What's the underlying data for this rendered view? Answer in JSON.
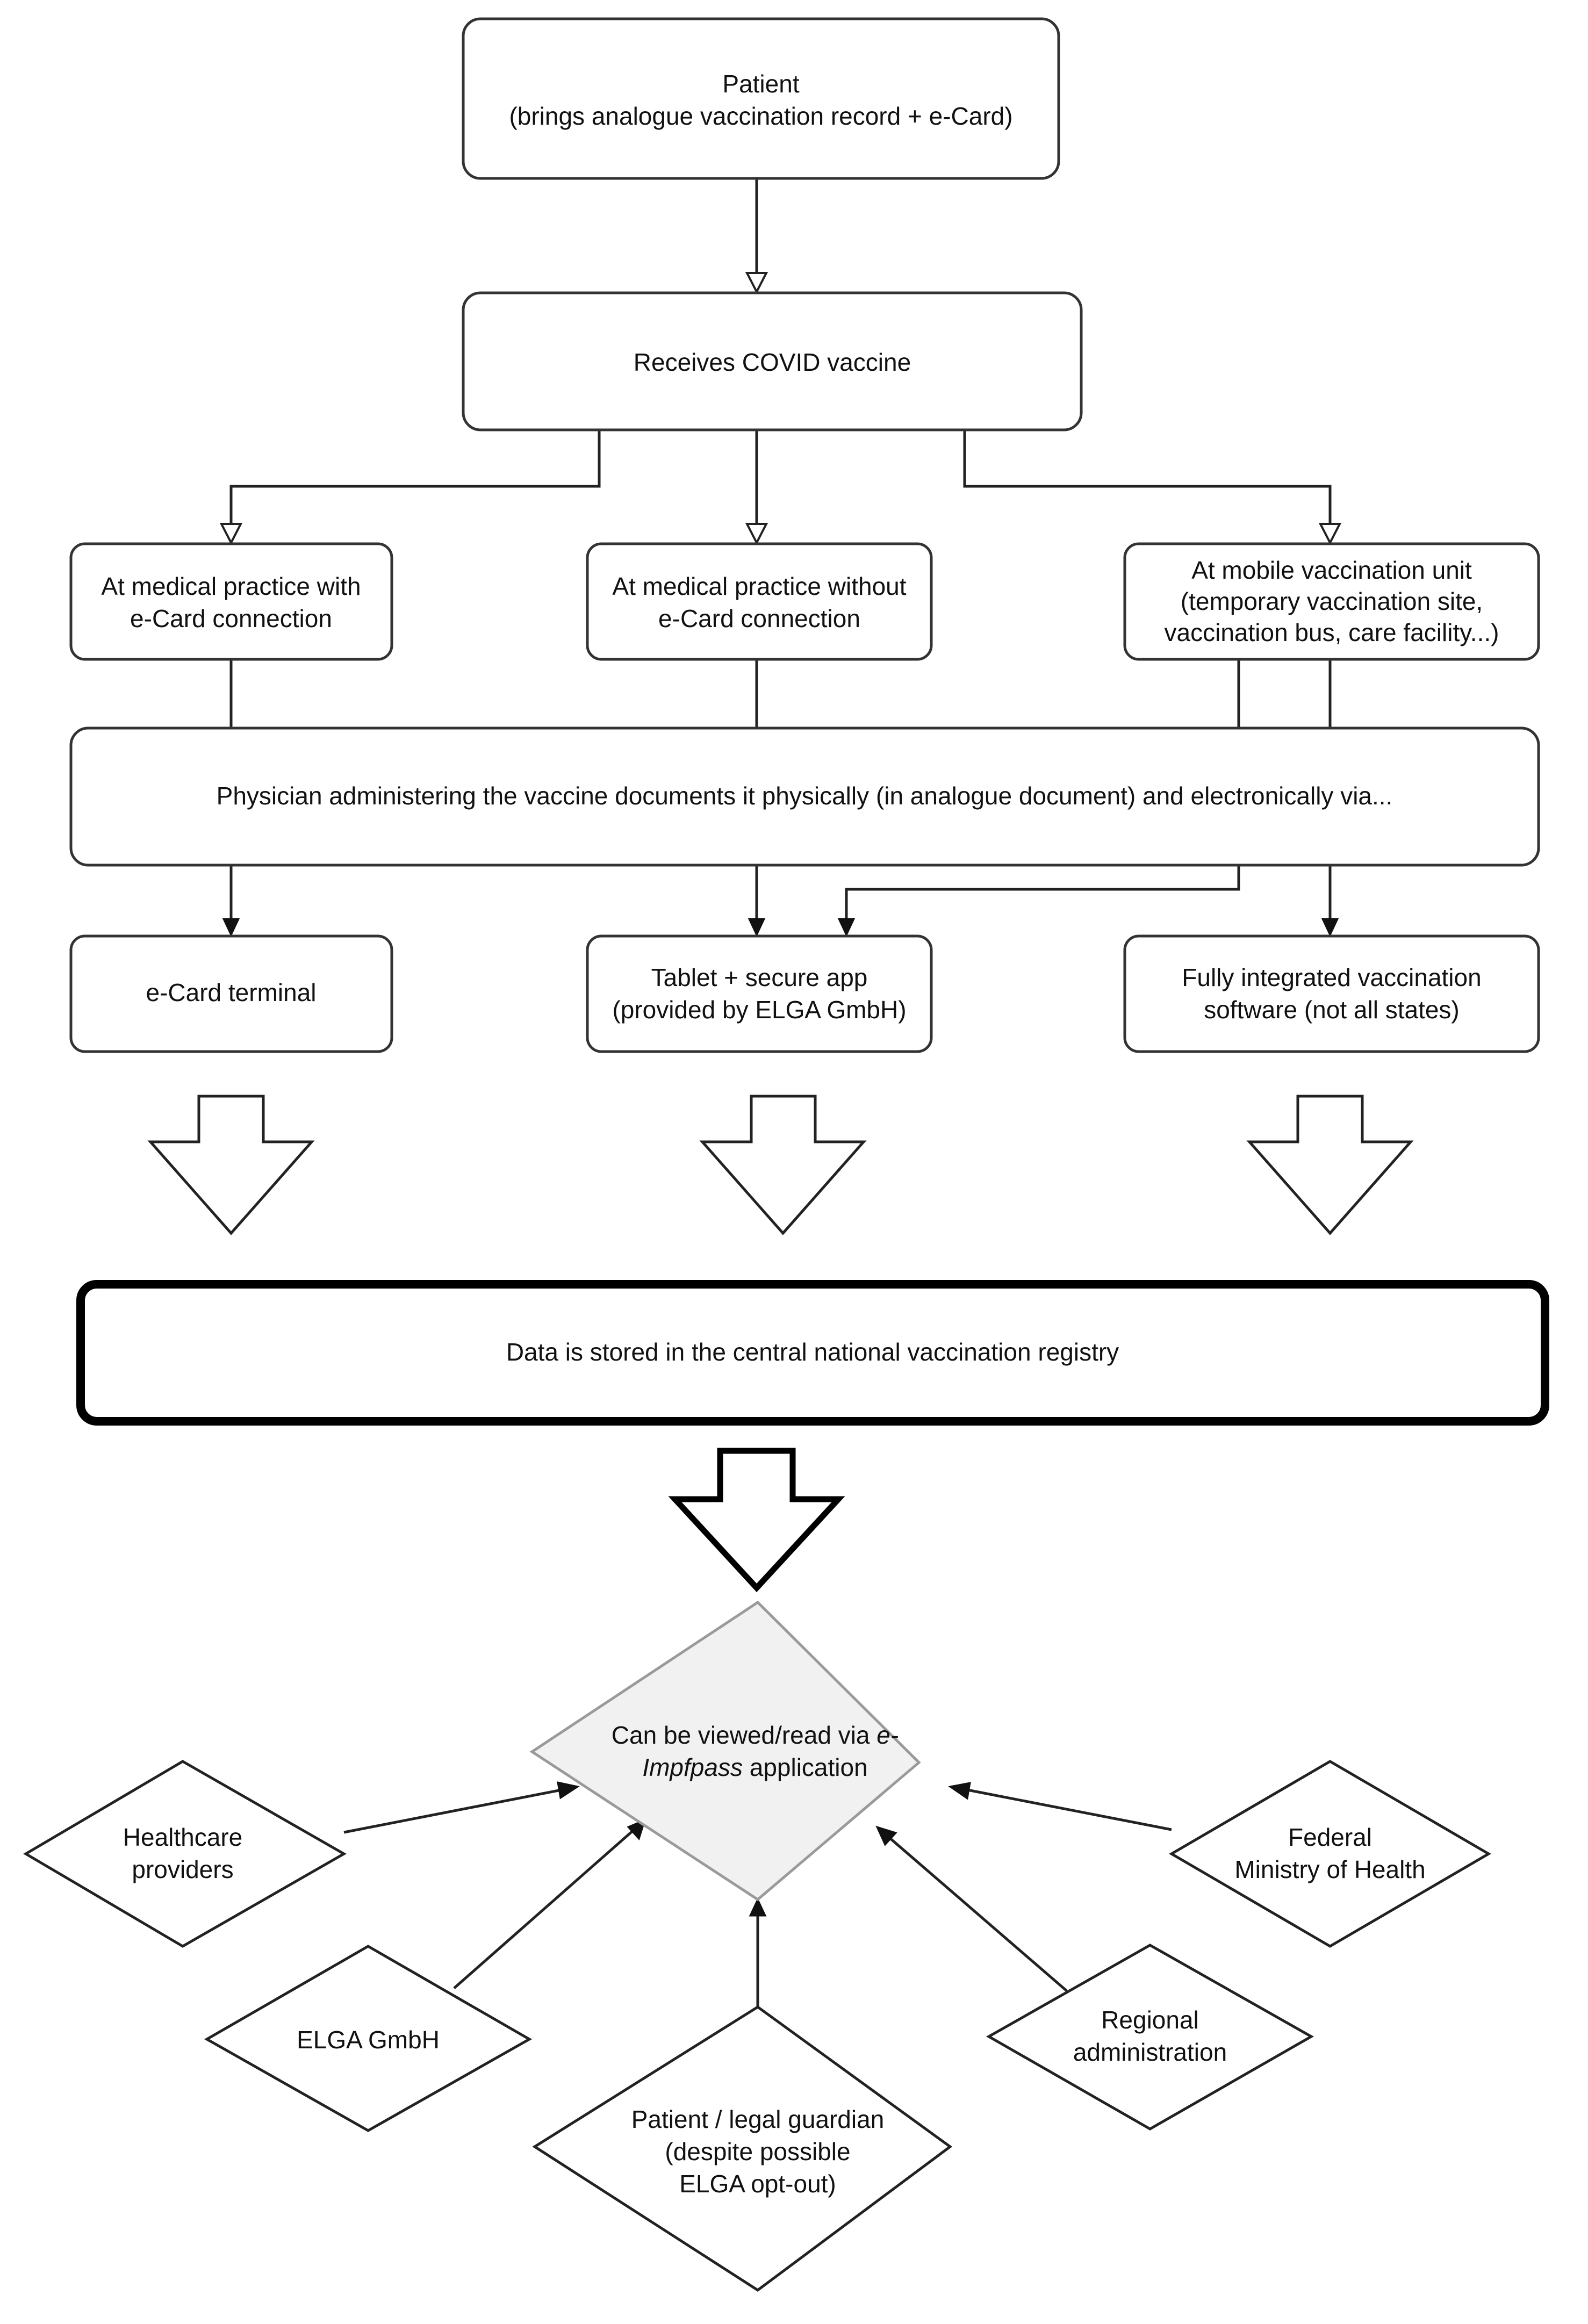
{
  "nodes": {
    "patient": {
      "line1": "Patient",
      "line2": "(brings analogue vaccination record + e-Card)"
    },
    "receives": {
      "line1": "Receives COVID vaccine"
    },
    "practice_with": {
      "line1": "At medical practice with",
      "line2": "e-Card connection"
    },
    "practice_without": {
      "line1": "At medical practice without",
      "line2": "e-Card connection"
    },
    "mobile_unit": {
      "line1": "At mobile vaccination unit",
      "line2": "(temporary vaccination site,",
      "line3": "vaccination bus, care facility...)"
    },
    "physician": {
      "line1": "Physician administering the vaccine documents it physically (in analogue document) and electronically via..."
    },
    "ecard_terminal": {
      "line1": "e-Card terminal"
    },
    "tablet": {
      "line1": "Tablet + secure app",
      "line2": "(provided by ELGA GmbH)"
    },
    "software": {
      "line1": "Fully integrated vaccination",
      "line2": "software (not all states)"
    },
    "registry": {
      "line1": "Data is stored in the central national vaccination registry"
    },
    "eimpfpass": {
      "line1_a": "Can be viewed/read via ",
      "line1_b": "e-",
      "line2_a": "Impfpass",
      "line2_b": " application"
    },
    "healthcare": {
      "line1": "Healthcare",
      "line2": "providers"
    },
    "ministry": {
      "line1": "Federal",
      "line2": "Ministry of Health"
    },
    "elga": {
      "line1": "ELGA GmbH"
    },
    "regional": {
      "line1": "Regional",
      "line2": "administration"
    },
    "guardian": {
      "line1": "Patient / legal guardian",
      "line2": "(despite possible",
      "line3": "ELGA opt-out)"
    }
  }
}
